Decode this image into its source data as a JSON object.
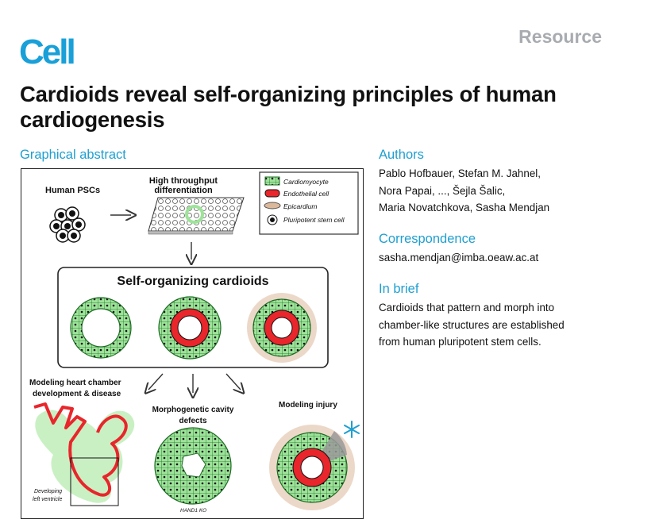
{
  "journal": {
    "logo": "Cell",
    "article_type": "Resource"
  },
  "title": "Cardioids reveal self-organizing principles of human cardiogenesis",
  "graphical_abstract": {
    "heading": "Graphical abstract",
    "labels": {
      "psc": "Human PSCs",
      "differentiation_1": "High throughput",
      "differentiation_2": "differentiation",
      "self_organizing": "Self-organizing cardioids",
      "modeling_chamber_1": "Modeling heart chamber",
      "modeling_chamber_2": "development & disease",
      "cavity_1": "Morphogenetic cavity",
      "cavity_2": "defects",
      "injury": "Modeling injury",
      "developing_1": "Developing",
      "developing_2": "left ventricle",
      "ko": "HAND1 KO"
    },
    "legend": [
      {
        "label": "Cardiomyocyte",
        "icon": "cardiomyocyte-icon",
        "color": "#9ee39a"
      },
      {
        "label": "Endothelial cell",
        "icon": "endothelial-cell-icon",
        "color": "#e8262b"
      },
      {
        "label": "Epicardium",
        "icon": "epicardium-icon",
        "color": "#dcb89a"
      },
      {
        "label": "Pluripotent stem cell",
        "icon": "stem-cell-icon",
        "color": "#222222"
      }
    ]
  },
  "authors": {
    "heading": "Authors",
    "lines": [
      "Pablo Hofbauer, Stefan M. Jahnel,",
      "Nora Papai, ..., Šejla Šalic,",
      "Maria Novatchkova, Sasha Mendjan"
    ]
  },
  "correspondence": {
    "heading": "Correspondence",
    "email": "sasha.mendjan@imba.oeaw.ac.at"
  },
  "in_brief": {
    "heading": "In brief",
    "lines": [
      "Cardioids that pattern and morph into",
      "chamber-like structures are established",
      "from human pluripotent stem cells."
    ]
  },
  "colors": {
    "accent": "#1e9fd0",
    "muted": "#a8abb0",
    "green": "#9ee39a",
    "red": "#e8262b",
    "tan": "#dcb89a"
  }
}
